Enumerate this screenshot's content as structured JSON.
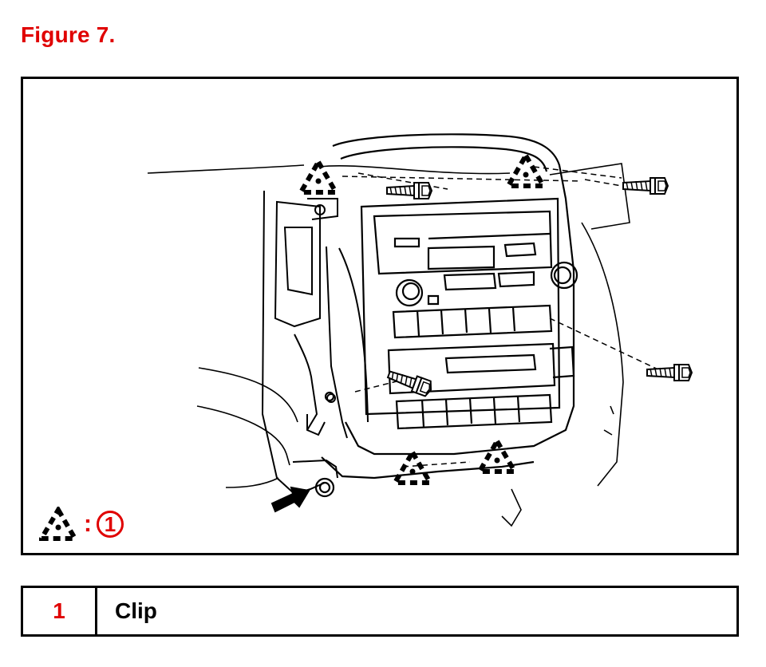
{
  "figure": {
    "title": "Figure 7."
  },
  "legend": {
    "symbol_icon": "dashed-triangle-clip-icon",
    "separator": ":",
    "number": "1"
  },
  "parts_table": [
    {
      "number": "1",
      "name": "Clip"
    }
  ],
  "colors": {
    "accent": "#e00000",
    "line": "#000000"
  }
}
